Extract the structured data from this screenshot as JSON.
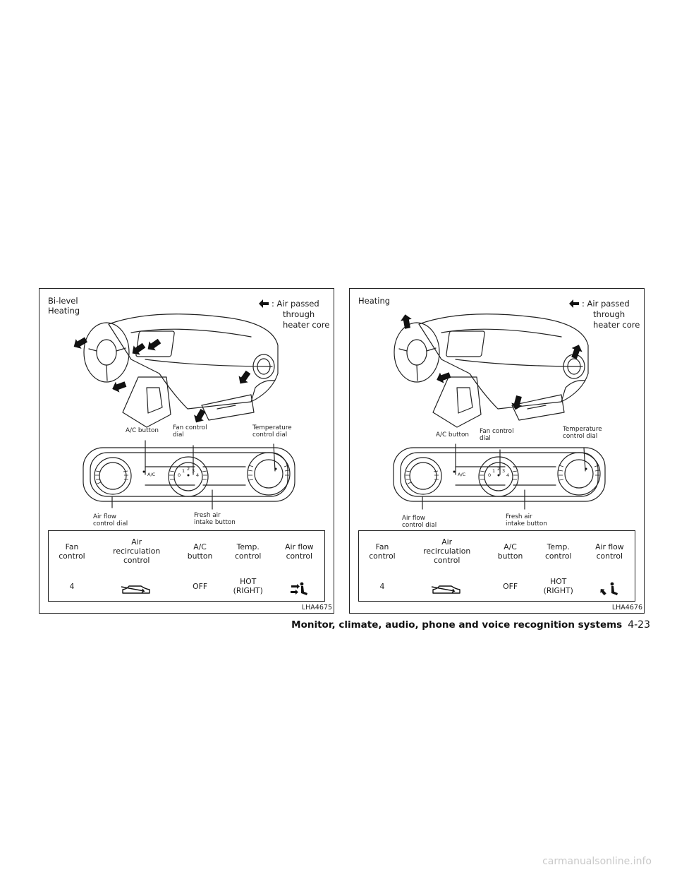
{
  "figures": [
    {
      "title": "Bi-level\nHeating",
      "legend": {
        "line1": ": Air passed",
        "line2": "through",
        "line3": "heater core"
      },
      "labels": {
        "ac_button": "A/C button",
        "fan_control_dial": "Fan control\ndial",
        "temperature_control_dial": "Temperature\ncontrol dial",
        "air_flow_control_dial": "Air flow\ncontrol dial",
        "fresh_air_intake_button": "Fresh air\nintake button"
      },
      "panel_text": {
        "ac": "A/C",
        "fan_scale": [
          "0",
          "1",
          "2",
          "3",
          "4"
        ]
      },
      "table": {
        "headers": [
          "Fan\ncontrol",
          "Air\nrecirculation\ncontrol",
          "A/C\nbutton",
          "Temp.\ncontrol",
          "Air flow\ncontrol"
        ],
        "values": [
          "4",
          "",
          "OFF",
          "HOT\n(RIGHT)",
          ""
        ],
        "recirc_icon": "fresh-air-car-icon",
        "airflow_icon": "bi-level-airflow-icon"
      },
      "code": "LHA4675"
    },
    {
      "title": "Heating",
      "legend": {
        "line1": ": Air passed",
        "line2": "through",
        "line3": "heater core"
      },
      "labels": {
        "ac_button": "A/C button",
        "fan_control_dial": "Fan control\ndial",
        "temperature_control_dial": "Temperature\ncontrol dial",
        "air_flow_control_dial": "Air flow\ncontrol dial",
        "fresh_air_intake_button": "Fresh air\nintake button"
      },
      "panel_text": {
        "ac": "A/C",
        "fan_scale": [
          "0",
          "1",
          "2",
          "3",
          "4"
        ]
      },
      "table": {
        "headers": [
          "Fan\ncontrol",
          "Air\nrecirculation\ncontrol",
          "A/C\nbutton",
          "Temp.\ncontrol",
          "Air flow\ncontrol"
        ],
        "values": [
          "4",
          "",
          "OFF",
          "HOT\n(RIGHT)",
          ""
        ],
        "recirc_icon": "fresh-air-car-icon",
        "airflow_icon": "foot-airflow-icon"
      },
      "code": "LHA4676"
    }
  ],
  "footer": {
    "section": "Monitor, climate, audio, phone and voice recognition systems",
    "page": "4-23"
  },
  "watermark": "carmanualsonline.info",
  "colors": {
    "ink": "#1a1a1a",
    "line": "#222222",
    "watermark": "#c9c9c9"
  }
}
